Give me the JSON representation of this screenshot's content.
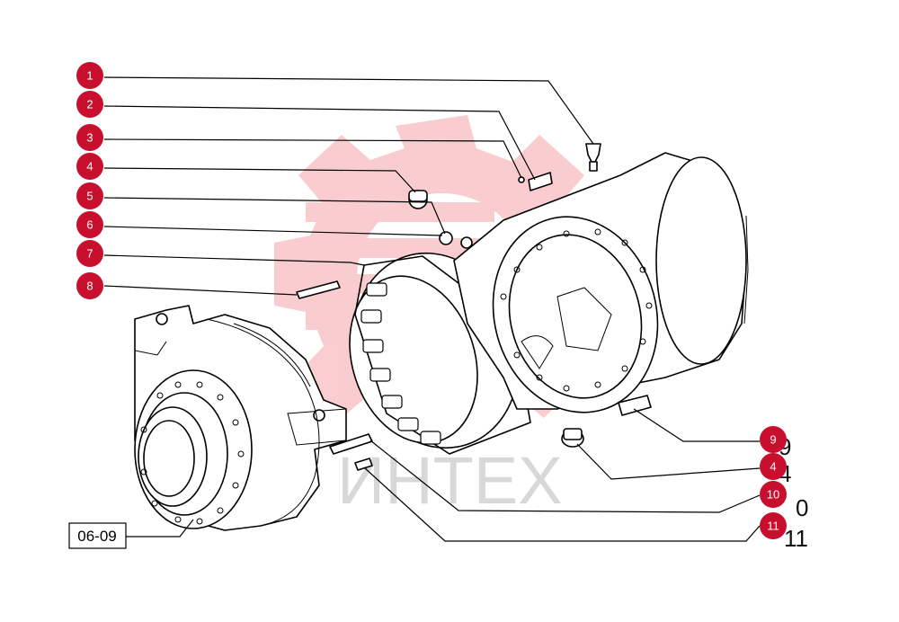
{
  "callouts": [
    {
      "id": "1",
      "ghost": ""
    },
    {
      "id": "2",
      "ghost": ""
    },
    {
      "id": "3",
      "ghost": ""
    },
    {
      "id": "4",
      "ghost": ""
    },
    {
      "id": "5",
      "ghost": ""
    },
    {
      "id": "6",
      "ghost": ""
    },
    {
      "id": "7",
      "ghost": ""
    },
    {
      "id": "8",
      "ghost": ""
    },
    {
      "id": "9",
      "ghost": "9"
    },
    {
      "id": "4",
      "ghost": "4"
    },
    {
      "id": "10",
      "ghost": "0"
    },
    {
      "id": "11",
      "ghost": "11"
    }
  ],
  "reference": {
    "label": "06-09"
  },
  "watermark": {
    "text": "ИНТЕХ",
    "color": "#e8202a"
  },
  "colors": {
    "badge": "#c8102e",
    "line": "#000000"
  }
}
